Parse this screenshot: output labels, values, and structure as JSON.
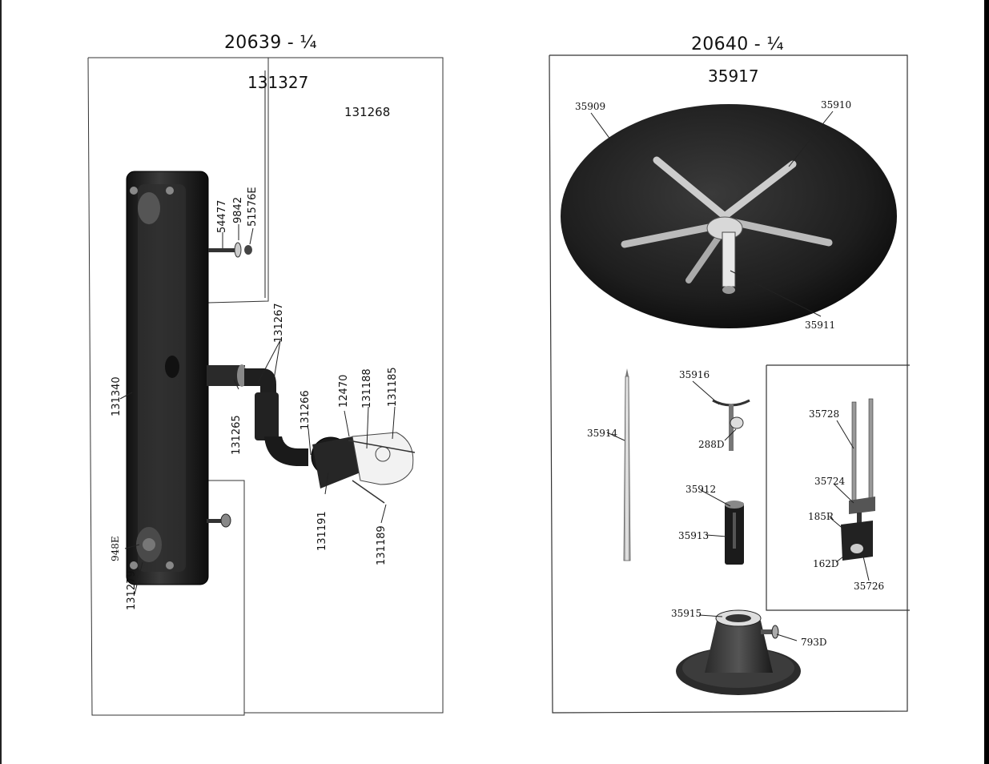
{
  "left_page": {
    "title": "20639 - ¼",
    "subassembly": "131327",
    "frame_label": "131268",
    "parts": {
      "p54477": "54477",
      "p9842": "9842",
      "p51576e": "51576E",
      "p131267": "131267",
      "p131340": "131340",
      "p131265": "131265",
      "p131266": "131266",
      "p12470": "12470",
      "p131188": "131188",
      "p131185": "131185",
      "p131191": "131191",
      "p131189": "131189",
      "p948e": "948E",
      "p131279": "131279"
    }
  },
  "right_page": {
    "title": "20640 - ¼",
    "subassembly": "35917",
    "parts": {
      "p35909": "35909",
      "p35910": "35910",
      "p35911": "35911",
      "p35916": "35916",
      "p288d": "288D",
      "p35914": "35914",
      "p35912": "35912",
      "p35913": "35913",
      "p35728": "35728",
      "p35724": "35724",
      "p185r": "185R",
      "p162d": "162D",
      "p35726": "35726",
      "p35915": "35915",
      "p793d": "793D"
    }
  }
}
